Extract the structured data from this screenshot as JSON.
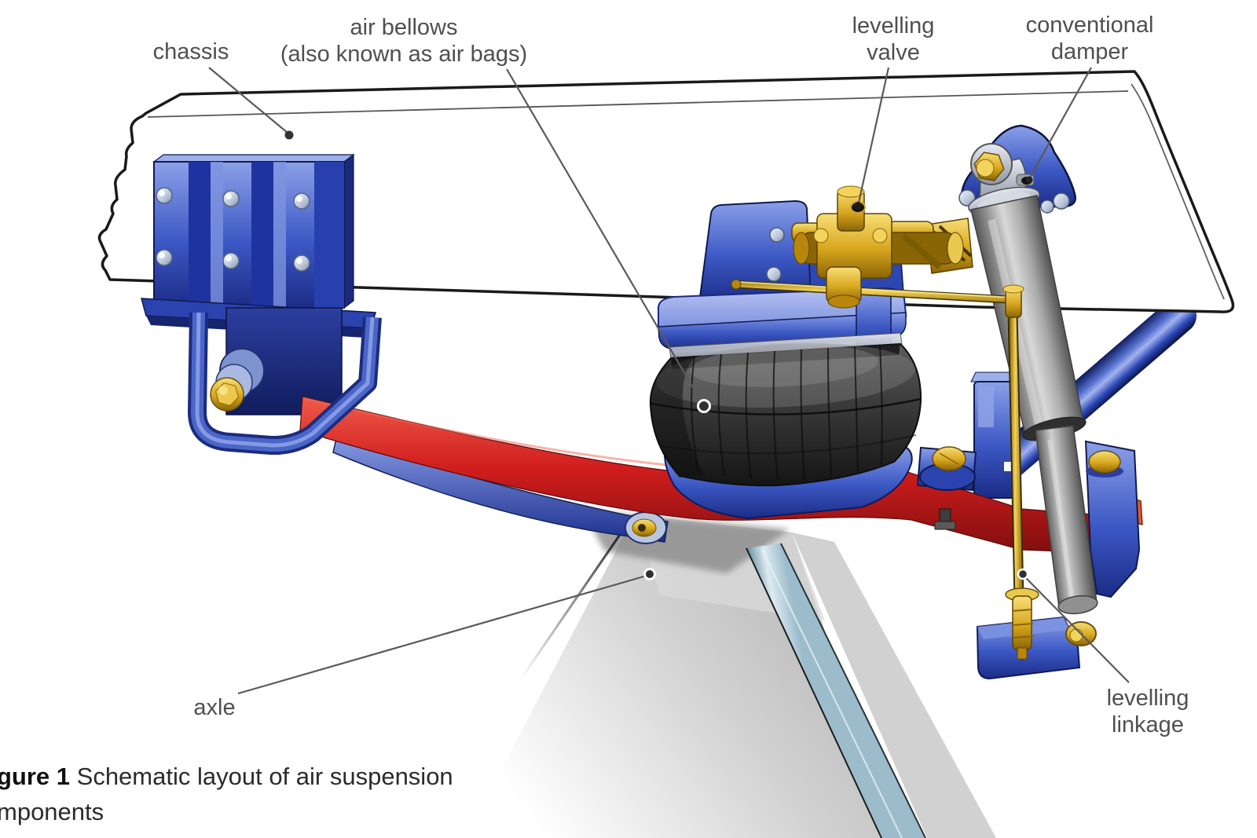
{
  "labels": {
    "chassis": "chassis",
    "air_bellows_line1": "air bellows",
    "air_bellows_line2": "(also known as air bags)",
    "levelling_valve_line1": "levelling",
    "levelling_valve_line2": "valve",
    "conventional_damper_line1": "conventional",
    "conventional_damper_line2": "damper",
    "axle": "axle",
    "levelling_linkage_line1": "levelling",
    "levelling_linkage_line2": "linkage"
  },
  "caption": {
    "bold": "gure 1",
    "line1_rest": " Schematic layout of air suspension",
    "line2": "mponents"
  },
  "colors": {
    "background": "#ffffff",
    "chassis_outline": "#1a1a1a",
    "bracket_blue": "#3350bf",
    "bracket_blue_dark": "#16256f",
    "trailing_arm_red": "#d01d1d",
    "brass_gold": "#d8a61e",
    "damper_grey": "#a8a8a8",
    "bellows_grey": "#3a3a3a",
    "axle_grey": "#c9c9c9",
    "steel_strip": "#9cbccb",
    "label_text": "#4f4f4f",
    "caption_text": "#2b2b2b"
  }
}
